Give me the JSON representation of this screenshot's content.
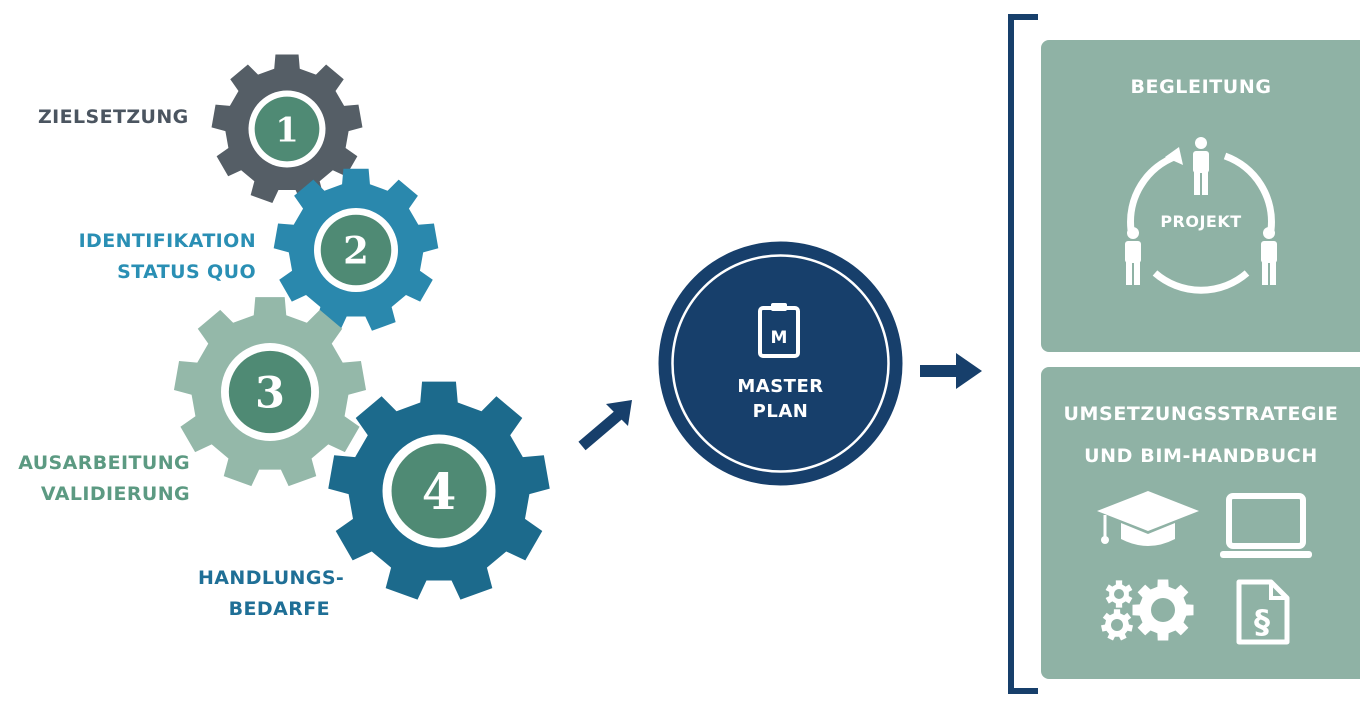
{
  "steps": [
    {
      "number": "1",
      "lines": [
        "ZIELSETZUNG"
      ],
      "label_color": "#4b5560",
      "gear_color": "#555e66",
      "circle_color": "#4f8a74"
    },
    {
      "number": "2",
      "lines": [
        "IDENTIFIKATION",
        "STATUS QUO"
      ],
      "label_color": "#2a8fb4",
      "gear_color": "#2a88ad",
      "circle_color": "#4f8a74"
    },
    {
      "number": "3",
      "lines": [
        "AUSARBEITUNG",
        "VALIDIERUNG"
      ],
      "label_color": "#5c9a82",
      "gear_color": "#94b8a9",
      "circle_color": "#4f8a74"
    },
    {
      "number": "4",
      "lines": [
        "HANDLUNGS-",
        "BEDARFE"
      ],
      "label_color": "#1f6f96",
      "gear_color": "#1c6a8c",
      "circle_color": "#4f8a74"
    }
  ],
  "master": {
    "icon_letter": "M",
    "lines": [
      "MASTER",
      "PLAN"
    ],
    "color": "#173f6b"
  },
  "panels": {
    "begleitung": {
      "title": "BEGLEITUNG",
      "center_label": "PROJEKT"
    },
    "umsetzung": {
      "title_lines": [
        "UMSETZUNGSSTRATEGIE",
        "UND BIM-HANDBUCH"
      ],
      "icons": [
        "graduation-cap-icon",
        "laptop-icon",
        "gears-icon",
        "paragraph-document-icon"
      ]
    },
    "color": "#8fb2a5"
  }
}
